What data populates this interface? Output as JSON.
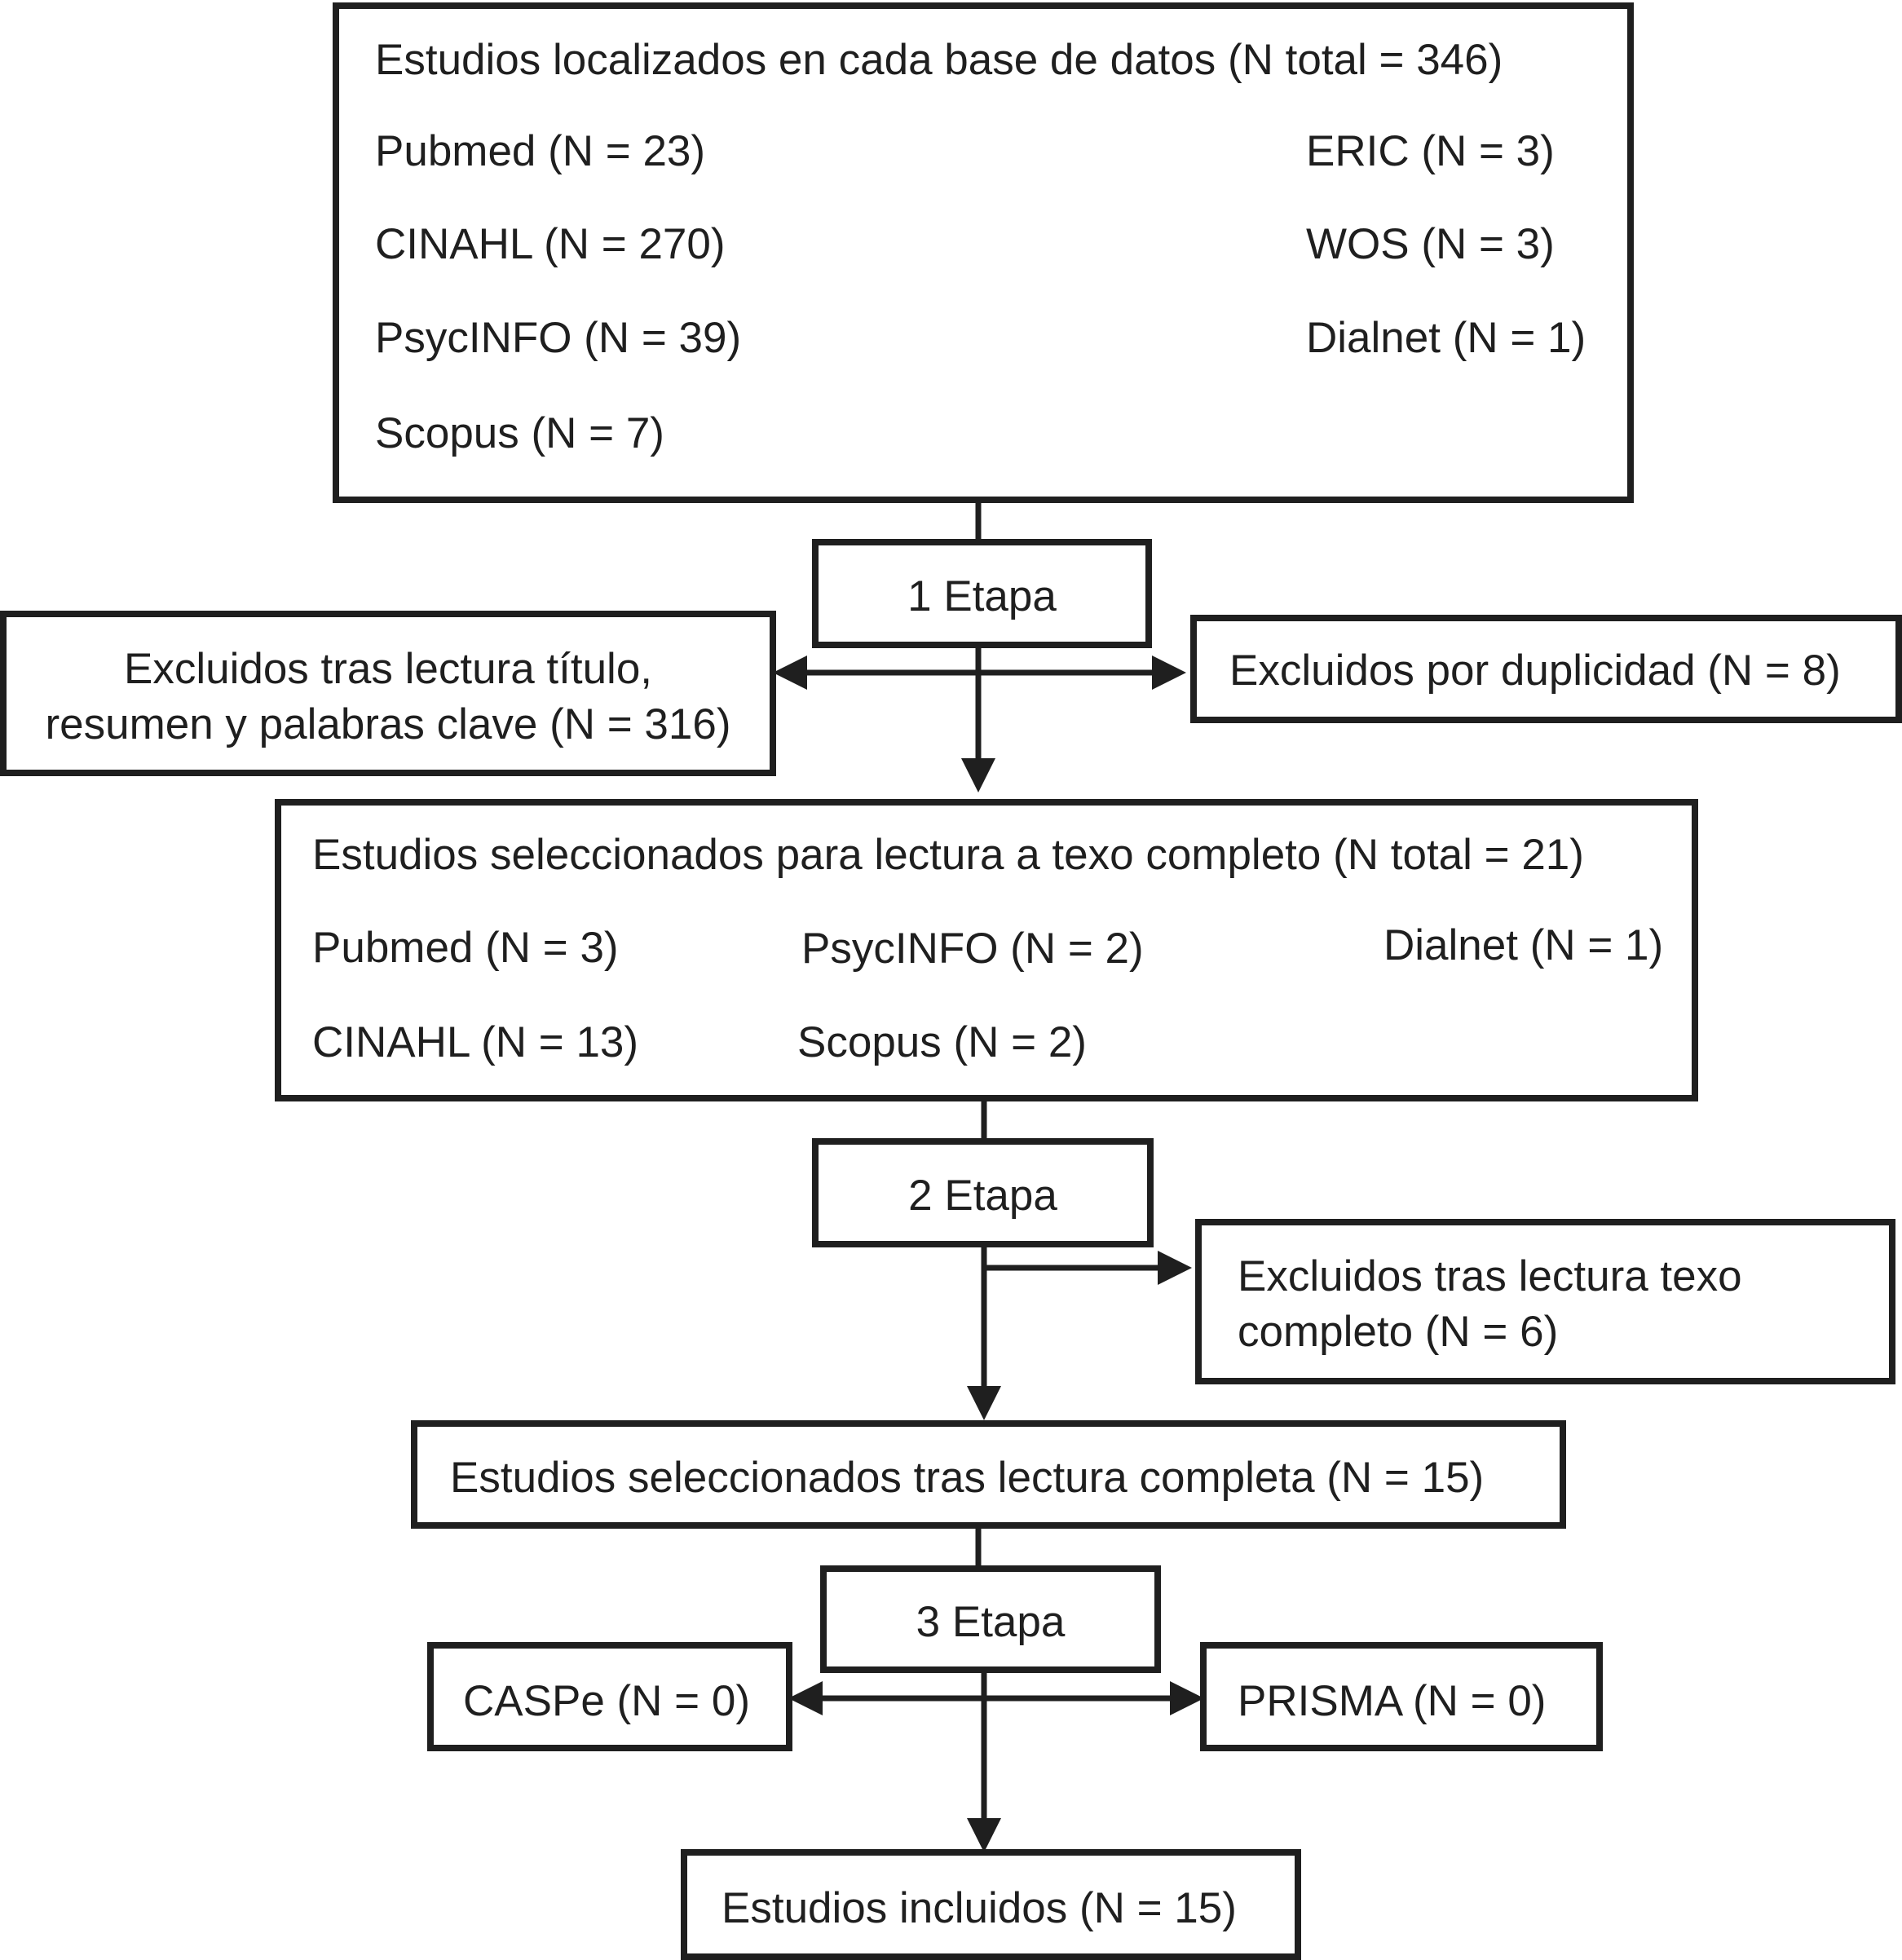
{
  "stage1_source": {
    "title": "Estudios localizados en cada base de datos (N total = 346)",
    "left": [
      "Pubmed (N = 23)",
      "CINAHL (N = 270)",
      "PsycINFO (N = 39)",
      "Scopus (N = 7)"
    ],
    "right": [
      "ERIC (N = 3)",
      "WOS (N = 3)",
      "Dialnet (N = 1)"
    ]
  },
  "stage1": {
    "label": "1 Etapa",
    "excluded_left": [
      "Excluidos tras lectura título,",
      "resumen y palabras clave (N = 316)"
    ],
    "excluded_right": "Excluidos por duplicidad (N = 8)"
  },
  "fulltext": {
    "title": "Estudios seleccionados para lectura a texo completo (N total = 21)",
    "col1": [
      "Pubmed (N = 3)",
      "CINAHL (N = 13)"
    ],
    "col2": [
      "PsycINFO (N = 2)",
      "Scopus (N = 2)"
    ],
    "col3": [
      "Dialnet (N = 1)"
    ]
  },
  "stage2": {
    "label": "2 Etapa",
    "excluded": [
      "Excluidos tras lectura texo",
      "completo (N = 6)"
    ]
  },
  "selected": "Estudios seleccionados tras lectura completa (N = 15)",
  "stage3": {
    "label": "3 Etapa",
    "left": "CASPe (N = 0)",
    "right": "PRISMA (N = 0)"
  },
  "included": "Estudios incluidos (N = 15)"
}
